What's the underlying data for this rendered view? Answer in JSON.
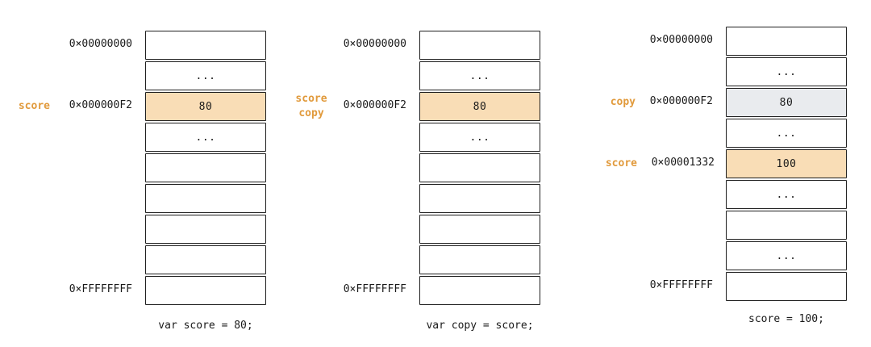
{
  "panels": [
    {
      "caption": "var score = 80;",
      "cells": [
        "",
        "...",
        "80",
        "...",
        "",
        "",
        "",
        "",
        ""
      ],
      "addresses": [
        {
          "text": "0×00000000",
          "row": 0
        },
        {
          "text": "0×000000F2",
          "row": 2
        },
        {
          "text": "0×FFFFFFFF",
          "row": 8
        }
      ],
      "variables": [
        {
          "lines": [
            "score"
          ],
          "row": 2
        }
      ],
      "highlights": [
        {
          "row": 2,
          "color": "orange"
        }
      ]
    },
    {
      "caption": "var copy = score;",
      "cells": [
        "",
        "...",
        "80",
        "...",
        "",
        "",
        "",
        "",
        ""
      ],
      "addresses": [
        {
          "text": "0×00000000",
          "row": 0
        },
        {
          "text": "0×000000F2",
          "row": 2
        },
        {
          "text": "0×FFFFFFFF",
          "row": 8
        }
      ],
      "variables": [
        {
          "lines": [
            "score",
            "copy"
          ],
          "row": 2
        }
      ],
      "highlights": [
        {
          "row": 2,
          "color": "orange"
        }
      ]
    },
    {
      "caption": "score = 100;",
      "cells": [
        "",
        "...",
        "80",
        "...",
        "100",
        "...",
        "",
        "...",
        ""
      ],
      "addresses": [
        {
          "text": "0×00000000",
          "row": 0
        },
        {
          "text": "0×000000F2",
          "row": 2
        },
        {
          "text": "0×00001332",
          "row": 4
        },
        {
          "text": "0×FFFFFFFF",
          "row": 8
        }
      ],
      "variables": [
        {
          "lines": [
            "copy"
          ],
          "row": 2
        },
        {
          "lines": [
            "score"
          ],
          "row": 4
        }
      ],
      "highlights": [
        {
          "row": 2,
          "color": "gray"
        },
        {
          "row": 4,
          "color": "orange"
        }
      ]
    }
  ],
  "colors": {
    "accent": "#e19a3c",
    "highlight_orange": "#f9ddb6",
    "highlight_gray": "#e9ebee",
    "stroke": "#1f1f1f"
  }
}
